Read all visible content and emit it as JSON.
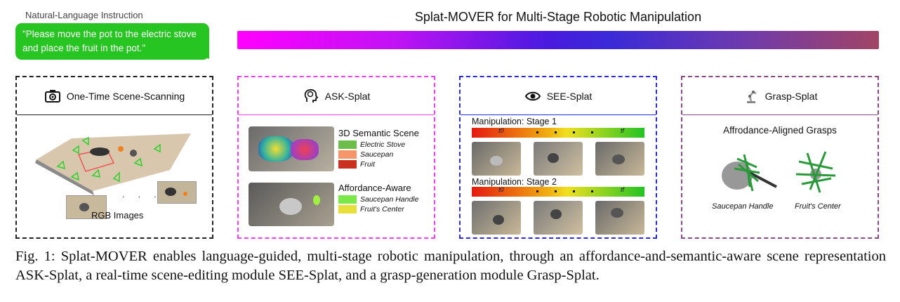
{
  "instruction": {
    "label": "Natural-Language Instruction",
    "text": "\"Please move the pot to the electric stove and place the fruit in the pot.\""
  },
  "title": "Splat-MOVER for Multi-Stage Robotic Manipulation",
  "panels": {
    "scanning": {
      "title": "One-Time Scene-Scanning",
      "icon": "camera-icon",
      "rgb_label": "RGB Images",
      "dots": ". . ."
    },
    "ask": {
      "title": "ASK-Splat",
      "icon": "brain-head-icon",
      "semantic": {
        "title": "3D Semantic Scene",
        "items": [
          {
            "label": "Electric Stove",
            "color": "#6dbd4b"
          },
          {
            "label": "Saucepan",
            "color": "#f4956a"
          },
          {
            "label": "Fruit",
            "color": "#c9301e"
          }
        ]
      },
      "affordance": {
        "title": "Affordance-Aware",
        "items": [
          {
            "label": "Saucepan Handle",
            "color": "#7be84a"
          },
          {
            "label": "Fruit's Center",
            "color": "#e8e03a"
          }
        ]
      }
    },
    "see": {
      "title": "SEE-Splat",
      "icon": "eye-icon",
      "stage1": {
        "title": "Manipulation: Stage 1",
        "t0": "t0",
        "tf": "tf"
      },
      "stage2": {
        "title": "Manipulation: Stage 2",
        "t0": "t0",
        "tf": "tf"
      }
    },
    "grasp": {
      "title": "Grasp-Splat",
      "icon": "robot-arm-icon",
      "subtitle": "Affrodance-Aligned Grasps",
      "left_label": "Saucepan Handle",
      "right_label": "Fruit's Center"
    }
  },
  "caption": "Fig. 1: Splat-MOVER enables language-guided, multi-stage robotic manipulation, through an affordance-and-semantic-aware scene representation ASK-Splat, a real-time scene-editing module SEE-Splat, and a grasp-generation module Grasp-Splat."
}
